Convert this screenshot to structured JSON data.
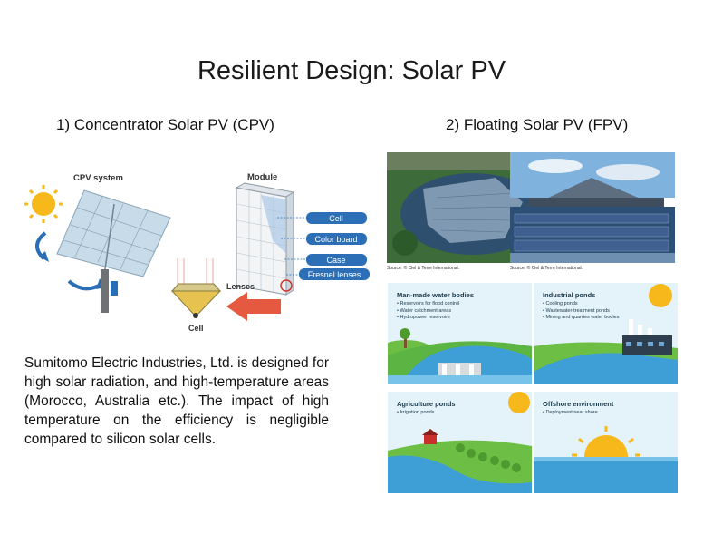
{
  "slide": {
    "title": "Resilient Design: Solar PV",
    "left_heading": "1) Concentrator Solar PV (CPV)",
    "right_heading": "2) Floating Solar PV (FPV)",
    "description": "Sumitomo Electric Industries, Ltd. is designed for high solar radiation, and high-temperature areas (Morocco, Australia etc.). The impact of high temperature on the efficiency is negligible compared to silicon solar cells."
  },
  "cpv_diagram": {
    "system_label": "CPV system",
    "module_label": "Module",
    "callouts": [
      "Cell",
      "Color board",
      "Case",
      "Fresnel lenses"
    ],
    "lenses_label": "Lenses",
    "cell_label": "Cell",
    "accent": "#2c6fb7",
    "arrow_color": "#e2472c"
  },
  "photos": {
    "source_1": "Source: © Ciel & Terre International.",
    "source_2": "Source: © Ciel & Terre International."
  },
  "panels": [
    {
      "title": "Man-made water bodies",
      "items": [
        "Reservoirs for flood control",
        "Water catchment areas",
        "Hydropower reservoirs"
      ]
    },
    {
      "title": "Industrial ponds",
      "items": [
        "Cooling ponds",
        "Wastewater-treatment ponds",
        "Mining and quarries water bodies"
      ]
    },
    {
      "title": "Agriculture ponds",
      "items": [
        "Irrigation ponds"
      ]
    },
    {
      "title": "Offshore environment",
      "items": [
        "Deployment near shore"
      ]
    }
  ]
}
